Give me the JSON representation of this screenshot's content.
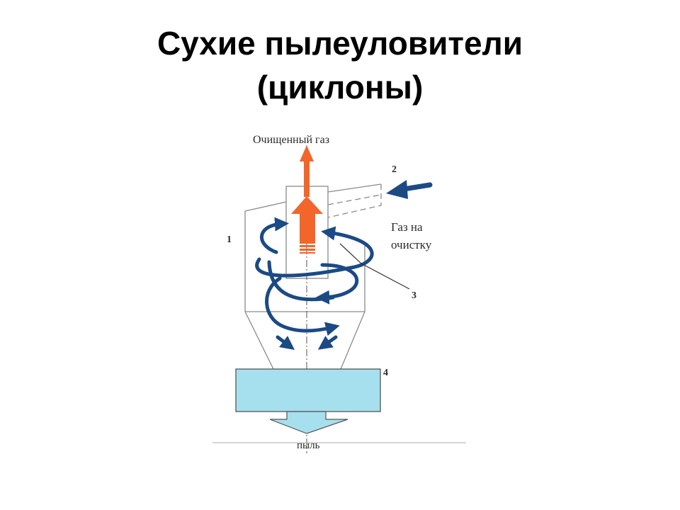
{
  "slide": {
    "title_line1": "Сухие пылеуловители",
    "title_line2": "(циклоны)"
  },
  "diagram": {
    "labels": {
      "clean_gas": "Очищенный газ",
      "gas_in_line1": "Газ на",
      "gas_in_line2": "очистку",
      "dust": "пыль"
    },
    "numbers": {
      "body": "1",
      "inlet": "2",
      "exhaust_pipe": "3",
      "hopper": "4"
    },
    "colors": {
      "outline": "#8a8a8a",
      "clean_gas_arrow": "#f2662b",
      "swirl_arrow": "#1b4a85",
      "hopper_fill": "#a6e0ef"
    },
    "icons": {
      "clean_gas_arrow": "arrow-up-icon",
      "inlet_arrow": "arrow-left-icon",
      "dust_arrow": "arrow-down-icon"
    }
  }
}
